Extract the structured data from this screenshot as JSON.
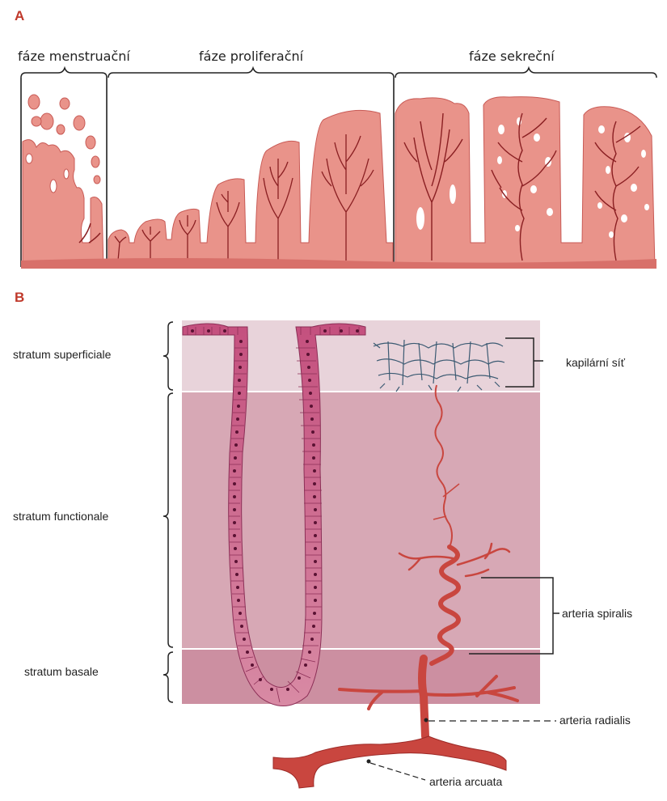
{
  "panels": {
    "a": "A",
    "b": "B"
  },
  "phases": [
    {
      "label": "fáze menstruační"
    },
    {
      "label": "fáze proliferační"
    },
    {
      "label": "fáze sekreční"
    }
  ],
  "layers": [
    {
      "label": "stratum superficiale"
    },
    {
      "label": "stratum functionale"
    },
    {
      "label": "stratum basale"
    }
  ],
  "callouts": {
    "kapilarni": "kapilární síť",
    "spiralis": "arteria spiralis",
    "radialis": "arteria radialis",
    "arcuata": "arteria arcuata"
  },
  "colors": {
    "panel_letter": "#c0392b",
    "tissue_fill": "#e9938a",
    "tissue_stroke": "#c85a55",
    "vessel": "#8a1f22",
    "artery": "#c9463f",
    "artery_dark": "#9c2a27",
    "capillary": "#3b5a72",
    "gland": "#c4507e",
    "gland_nucleus": "#5a1233",
    "superficiale_bg": "#e8d3da",
    "functionale_bg": "#d7a8b5",
    "basale_bg": "#cc8fa1"
  }
}
